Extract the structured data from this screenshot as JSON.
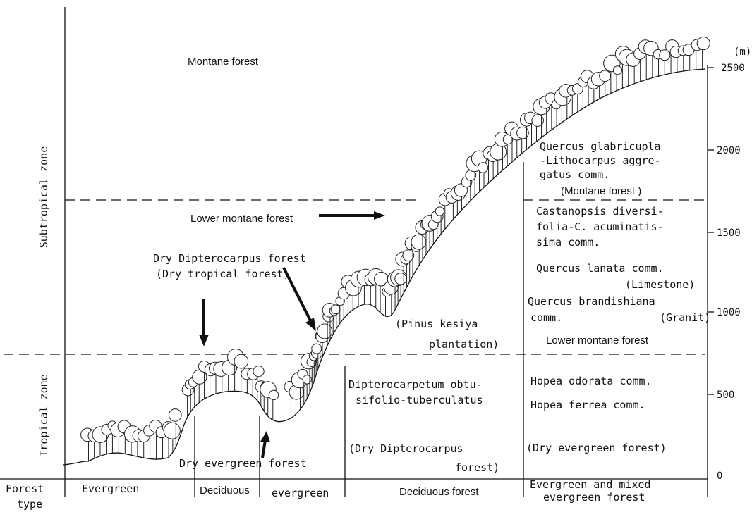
{
  "vertical_labels": {
    "subtropical": "Subtropical zone",
    "tropical": "Tropical zone"
  },
  "altitude_axis": {
    "unit": "(m)",
    "ticks": [
      "2500",
      "2000",
      "1500",
      "1000",
      "500",
      "0"
    ]
  },
  "upper_labels": {
    "montane_forest": "Montane forest",
    "lower_montane_forest": "Lower montane forest",
    "dry_dipterocarpus_1": "Dry Dipterocarpus forest",
    "dry_dipterocarpus_2": "(Dry tropical forest)",
    "pinus_1": "(Pinus kesiya",
    "pinus_2": "plantation)"
  },
  "mid_labels": {
    "dipterocarpetum_1": "Dipterocarpetum obtu-",
    "dipterocarpetum_2": "sifolio-tuberculatus",
    "dry_dipt_forest_1": "(Dry Dipterocarpus",
    "dry_dipt_forest_2": "forest)",
    "dry_evergreen_forest": "Dry evergreen forest"
  },
  "right_column": {
    "quercus_glab_1": "Quercus glabricupla",
    "quercus_glab_2": "-Lithocarpus aggre-",
    "quercus_glab_3": "gatus comm.",
    "montane_forest_paren": "(Montane forest )",
    "castanopsis_1": "Castanopsis diversi-",
    "castanopsis_2": "folia-C. acuminatis-",
    "castanopsis_3": "sima comm.",
    "quercus_lanata": "Quercus lanata comm.",
    "limestone": "(Limestone)",
    "quercus_brand_1": "Quercus brandishiana",
    "quercus_brand_2": "comm.",
    "granit": "(Granit)",
    "lower_montane": "Lower montane forest",
    "hopea_odorata": "Hopea odorata comm.",
    "hopea_ferrea": "Hopea ferrea comm.",
    "dry_evergreen_paren": "(Dry evergreen forest)"
  },
  "forest_type_row": {
    "label_1": "Forest",
    "label_2": "type",
    "evergreen": "Evergreen",
    "deciduous": "Deciduous",
    "evergreen_lower": "evergreen",
    "deciduous_forest": "Deciduous forest",
    "evergreen_mixed_1": "Evergreen and mixed",
    "evergreen_mixed_2": "evergreen forest"
  }
}
